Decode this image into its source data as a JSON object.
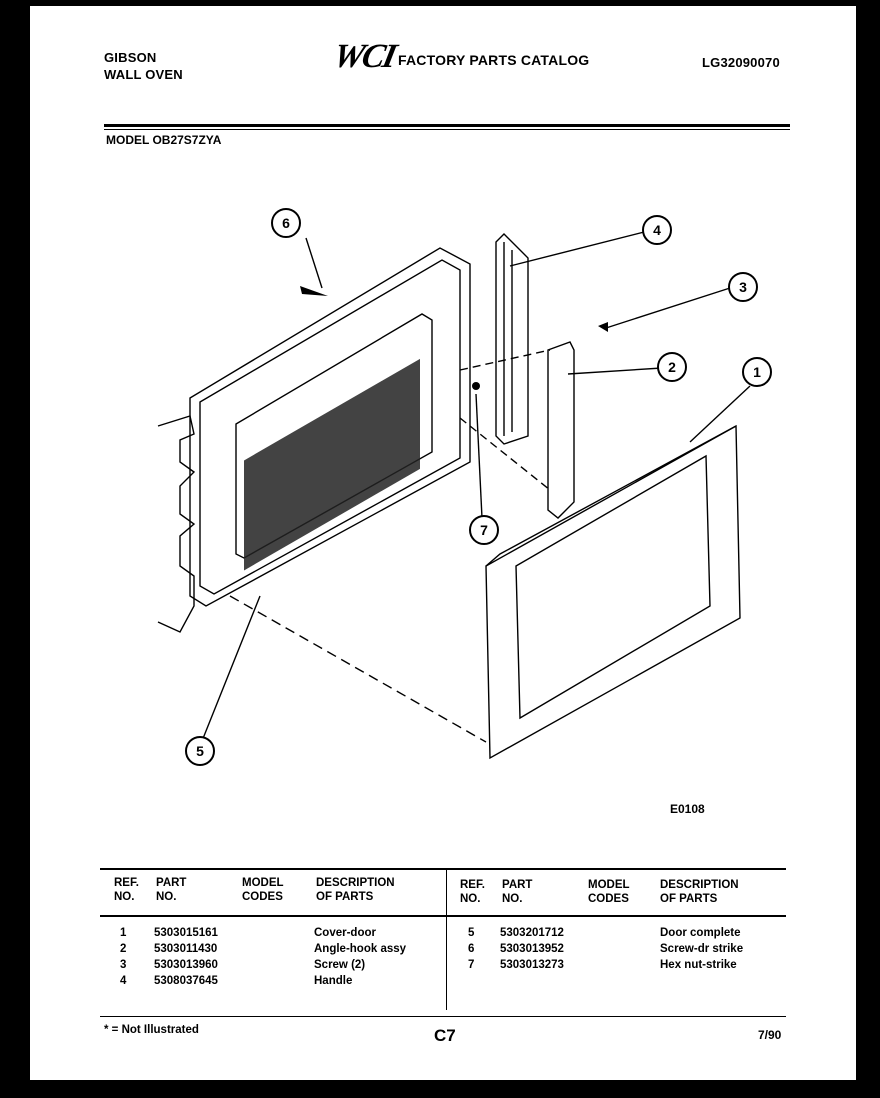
{
  "header": {
    "brand_line1": "GIBSON",
    "brand_line2": "WALL OVEN",
    "logo": "WCI",
    "catalog_title": "FACTORY PARTS CATALOG",
    "catalog_code": "LG32090070",
    "model_label": "MODEL OB27S7ZYA"
  },
  "diagram": {
    "callouts": [
      "1",
      "2",
      "3",
      "4",
      "5",
      "6",
      "7"
    ],
    "figure_code": "E0108"
  },
  "parts_table": {
    "headers": {
      "ref_no": [
        "REF.",
        "NO."
      ],
      "part_no": [
        "PART",
        "NO."
      ],
      "model_codes": [
        "MODEL",
        "CODES"
      ],
      "description": [
        "DESCRIPTION",
        "OF PARTS"
      ]
    },
    "left_rows": [
      {
        "ref": "1",
        "part": "5303015161",
        "codes": "",
        "desc": "Cover-door"
      },
      {
        "ref": "2",
        "part": "5303011430",
        "codes": "",
        "desc": "Angle-hook assy"
      },
      {
        "ref": "3",
        "part": "5303013960",
        "codes": "",
        "desc": "Screw (2)"
      },
      {
        "ref": "4",
        "part": "5308037645",
        "codes": "",
        "desc": "Handle"
      }
    ],
    "right_rows": [
      {
        "ref": "5",
        "part": "5303201712",
        "codes": "",
        "desc": "Door complete"
      },
      {
        "ref": "6",
        "part": "5303013952",
        "codes": "",
        "desc": "Screw-dr strike"
      },
      {
        "ref": "7",
        "part": "5303013273",
        "codes": "",
        "desc": "Hex nut-strike"
      }
    ]
  },
  "footer": {
    "note": "* = Not Illustrated",
    "page": "C7",
    "date": "7/90"
  }
}
